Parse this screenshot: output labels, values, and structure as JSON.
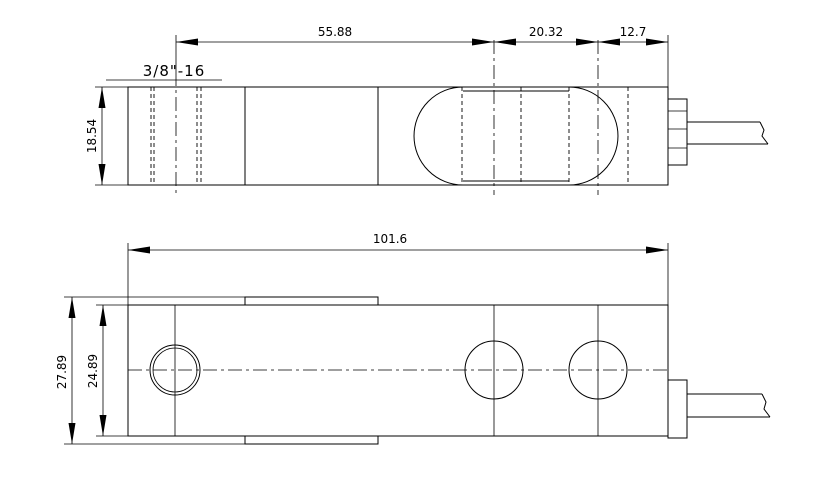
{
  "dimensions": {
    "d_55_88": "55.88",
    "d_20_32": "20.32",
    "d_12_7": "12.7",
    "thread": "3/8\"-16",
    "d_18_54": "18.54",
    "d_101_6": "101.6",
    "d_27_89": "27.89",
    "d_24_89": "24.89"
  }
}
